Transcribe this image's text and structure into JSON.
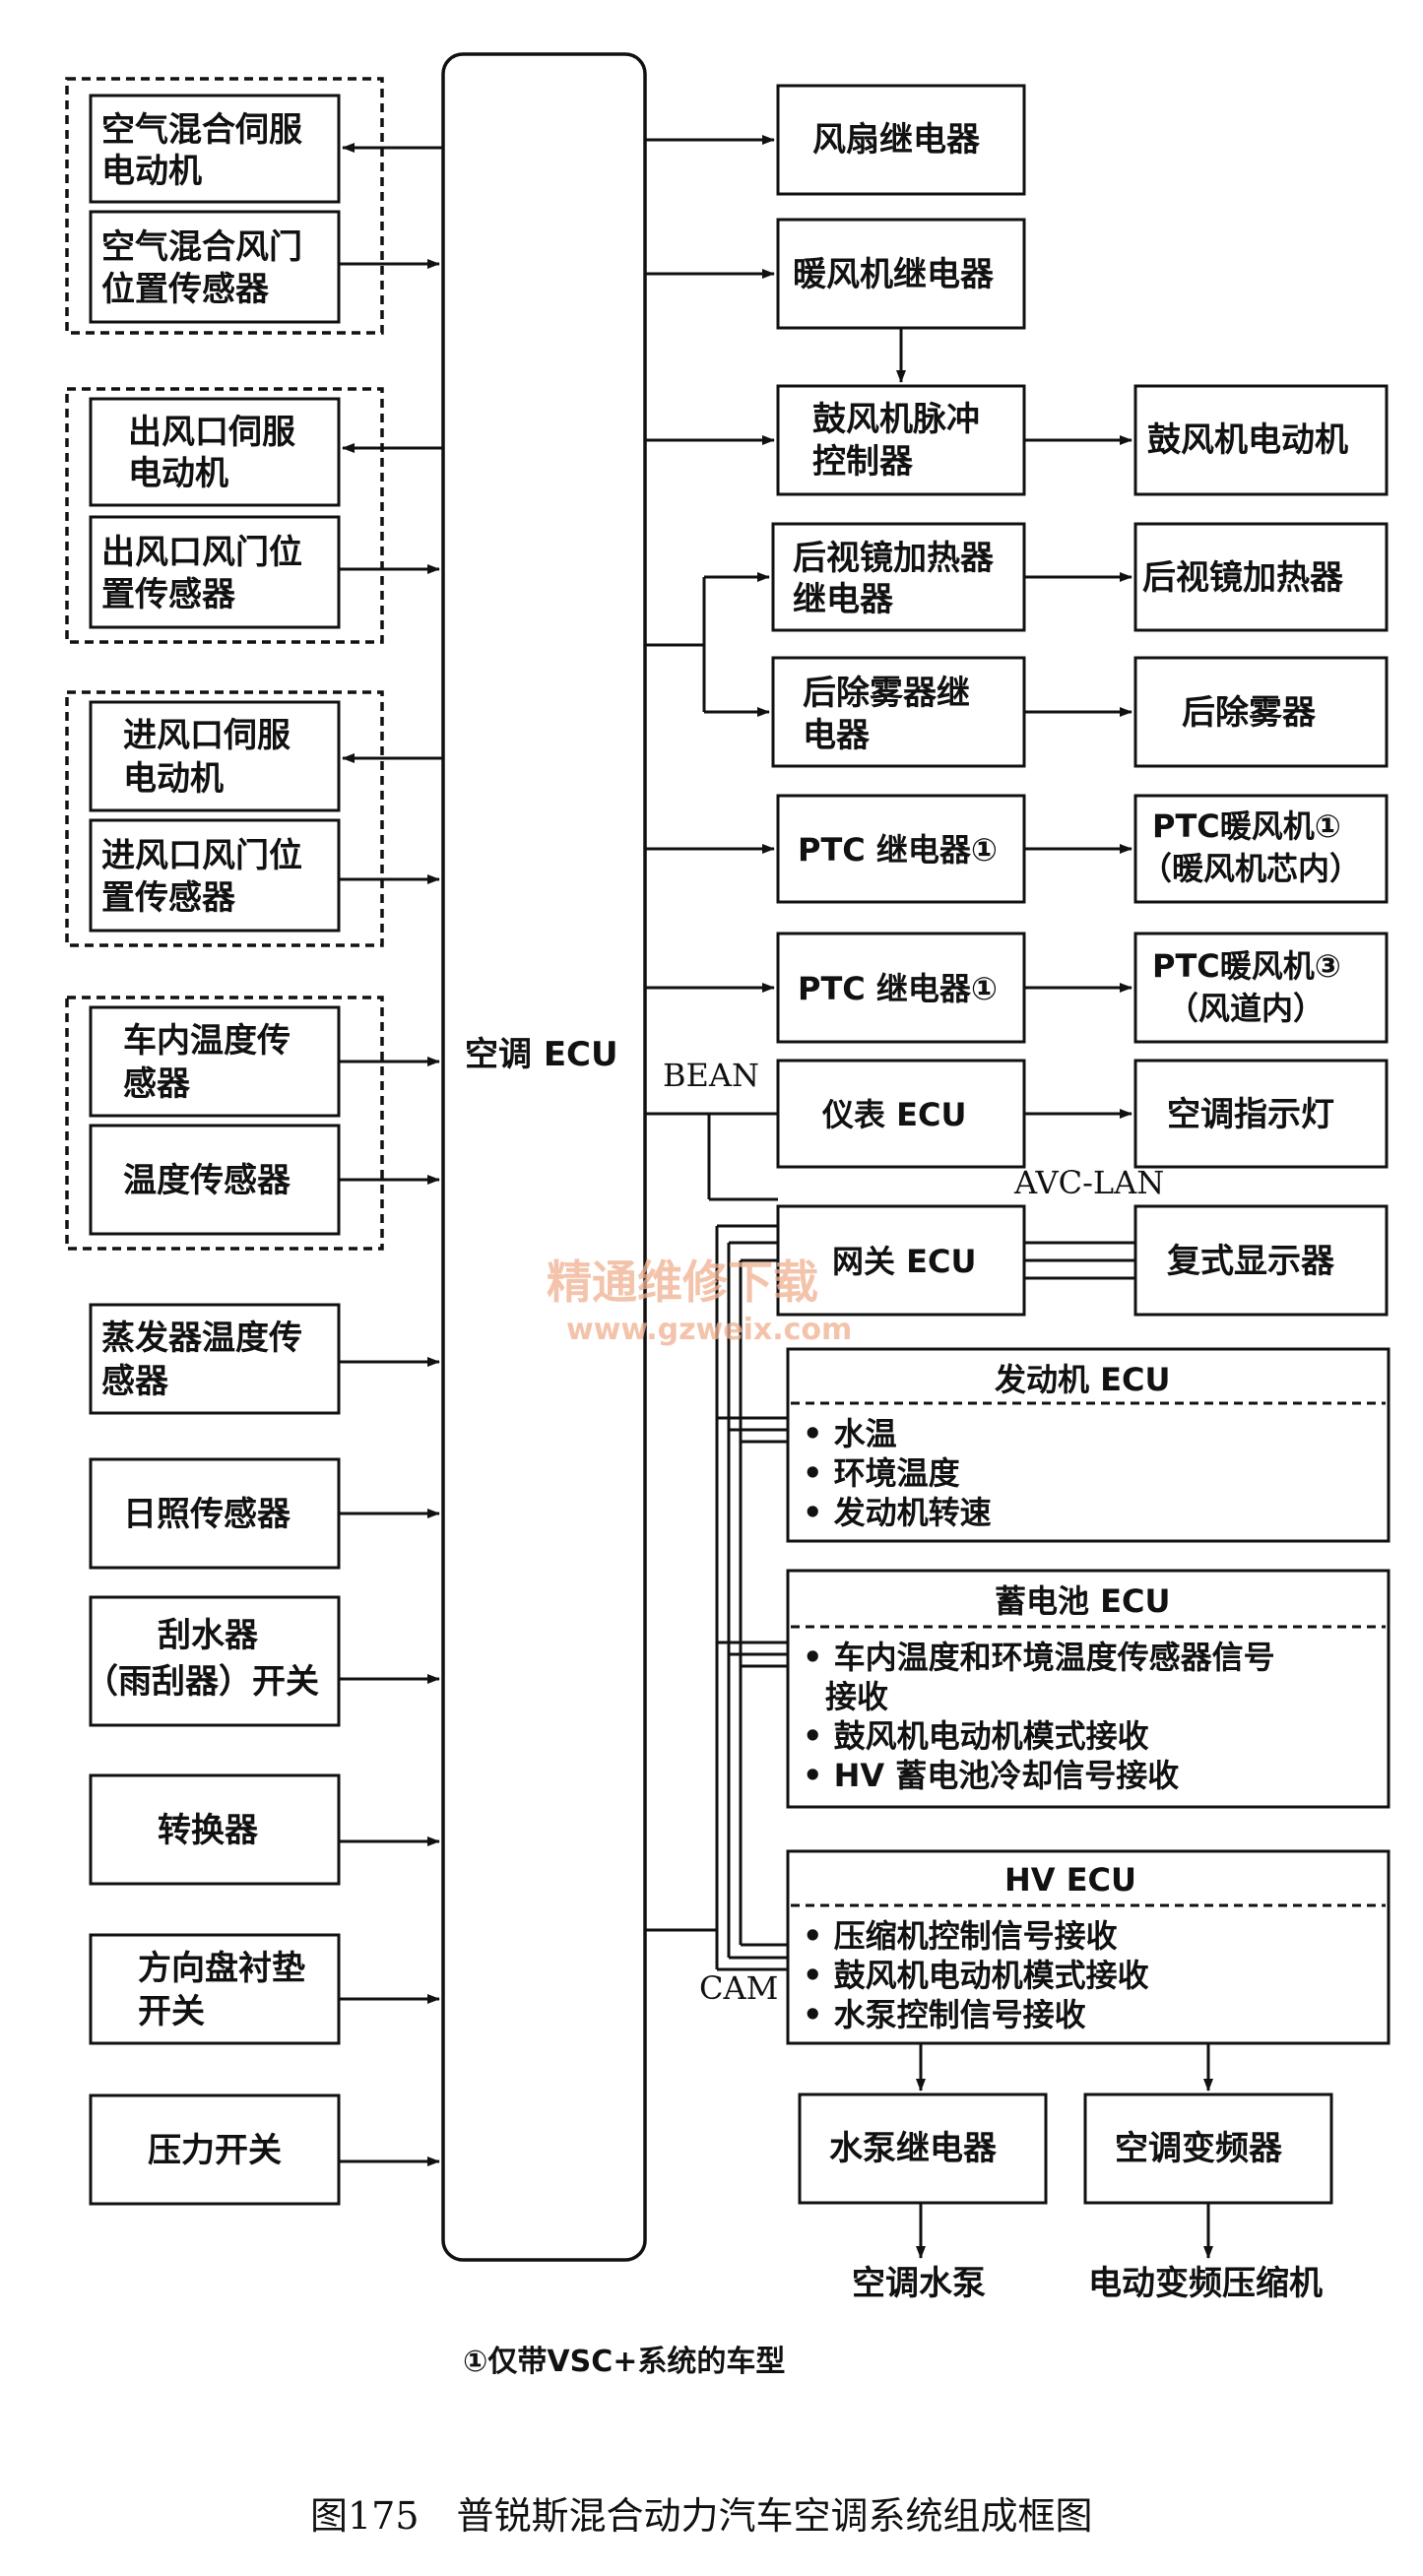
{
  "ecu": {
    "label": "空调 ECU"
  },
  "inputs": {
    "air_mix_servo": [
      "空气混合伺服",
      "电动机"
    ],
    "air_mix_sensor": [
      "空气混合风门",
      "位置传感器"
    ],
    "outlet_servo": [
      "出风口伺服",
      "电动机"
    ],
    "outlet_sensor": [
      "出风口风门位",
      "置传感器"
    ],
    "intake_servo": [
      "进风口伺服",
      "电动机"
    ],
    "intake_sensor": [
      "进风口风门位",
      "置传感器"
    ],
    "cabin_temp": [
      "车内温度传",
      "感器"
    ],
    "temp_sensor": [
      "温度传感器"
    ],
    "evap_temp": [
      "蒸发器温度传",
      "感器"
    ],
    "solar_sensor": [
      "日照传感器"
    ],
    "wiper_switch": [
      "刮水器",
      "（雨刮器）开关"
    ],
    "converter": [
      "转换器"
    ],
    "steering_pad": [
      "方向盘衬垫",
      "开关"
    ],
    "pressure_switch": [
      "压力开关"
    ]
  },
  "outputs": {
    "fan_relay": [
      "风扇继电器"
    ],
    "heater_relay": [
      "暖风机继电器"
    ],
    "blower_pulse": [
      "鼓风机脉冲",
      "控制器"
    ],
    "blower_motor": [
      "鼓风机电动机"
    ],
    "mirror_relay": [
      "后视镜加热器",
      "继电器"
    ],
    "mirror_heater": [
      "后视镜加热器"
    ],
    "defogger_relay": [
      "后除雾器继",
      "电器"
    ],
    "defogger": [
      "后除雾器"
    ],
    "ptc_relay1": [
      "PTC 继电器①"
    ],
    "ptc_heater1": [
      "PTC暖风机①",
      "（暖风机芯内）"
    ],
    "ptc_relay2": [
      "PTC 继电器①"
    ],
    "ptc_heater2": [
      "PTC暖风机③",
      "（风道内）"
    ],
    "meter_ecu": [
      "仪表 ECU"
    ],
    "ac_indicator": [
      "空调指示灯"
    ],
    "gateway_ecu": [
      "网关 ECU"
    ],
    "multi_display": [
      "复式显示器"
    ],
    "engine_ecu": {
      "title": "发动机 ECU",
      "items": [
        "• 水温",
        "• 环境温度",
        "• 发动机转速"
      ]
    },
    "battery_ecu": {
      "title": "蓄电池 ECU",
      "items": [
        "• 车内温度和环境温度传感器信号",
        "接收",
        "• 鼓风机电动机模式接收",
        "• HV 蓄电池冷却信号接收"
      ]
    },
    "hv_ecu": {
      "title": "HV ECU",
      "items": [
        "• 压缩机控制信号接收",
        "• 鼓风机电动机模式接收",
        "• 水泵控制信号接收"
      ]
    },
    "pump_relay": [
      "水泵继电器"
    ],
    "ac_inverter": [
      "空调变频器"
    ],
    "ac_pump": [
      "空调水泵"
    ],
    "compressor": [
      "电动变频压缩机"
    ]
  },
  "bus_labels": {
    "bean": "BEAN",
    "avc_lan": "AVC-LAN",
    "cam": "CAM"
  },
  "watermark": {
    "cn": "精通维修下载",
    "url": "www.gzweix.com"
  },
  "note": "①仅带VSC+系统的车型",
  "caption": "图175　普锐斯混合动力汽车空调系统组成框图"
}
